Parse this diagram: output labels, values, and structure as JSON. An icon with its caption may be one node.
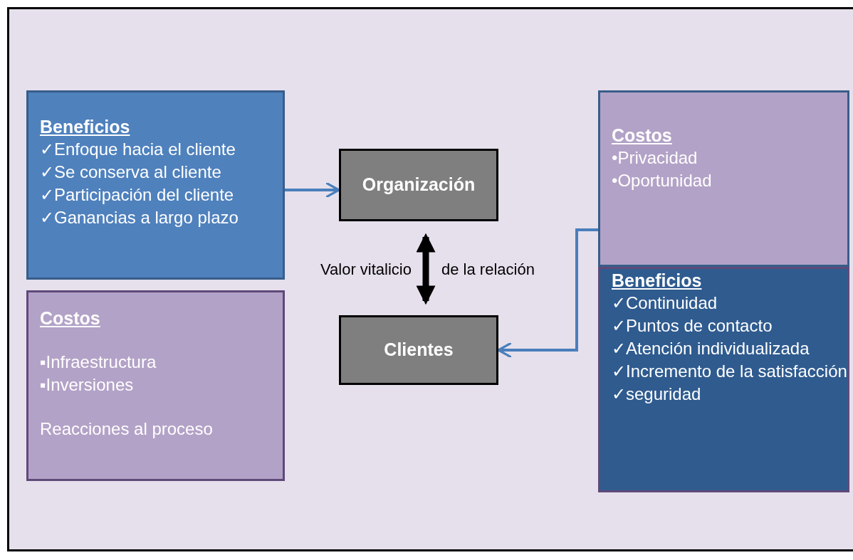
{
  "diagram": {
    "nodes": [
      {
        "text": [
          "Beneficios",
          "✓Enfoque hacia el cliente",
          "✓Se conserva al cliente",
          "✓Participación del cliente",
          "✓Ganancias a largo plazo"
        ]
      },
      {
        "text": [
          "Costos",
          "▪Infraestructura",
          "▪Inversiones",
          "Reacciones al proceso"
        ]
      },
      {
        "text": [
          "Organización"
        ]
      },
      {
        "text": [
          "Clientes"
        ]
      },
      {
        "text": [
          "Costos",
          "•Privacidad",
          "•Oportunidad"
        ]
      },
      {
        "text": [
          "Beneficios",
          "✓Continuidad",
          "✓Puntos de contacto",
          "✓Atención individualizada",
          "✓Incremento de la satisfacción",
          "✓seguridad"
        ]
      }
    ],
    "edges": [
      {
        "from": 0,
        "to": 2,
        "arrow": "to"
      },
      {
        "from": 2,
        "to": 3,
        "arrow": "both",
        "style": "thick",
        "color": "#000000"
      },
      {
        "from": 4,
        "to": 3,
        "arrow": "to"
      }
    ],
    "labels": [
      "Valor vitalicio",
      "de la relación"
    ]
  }
}
